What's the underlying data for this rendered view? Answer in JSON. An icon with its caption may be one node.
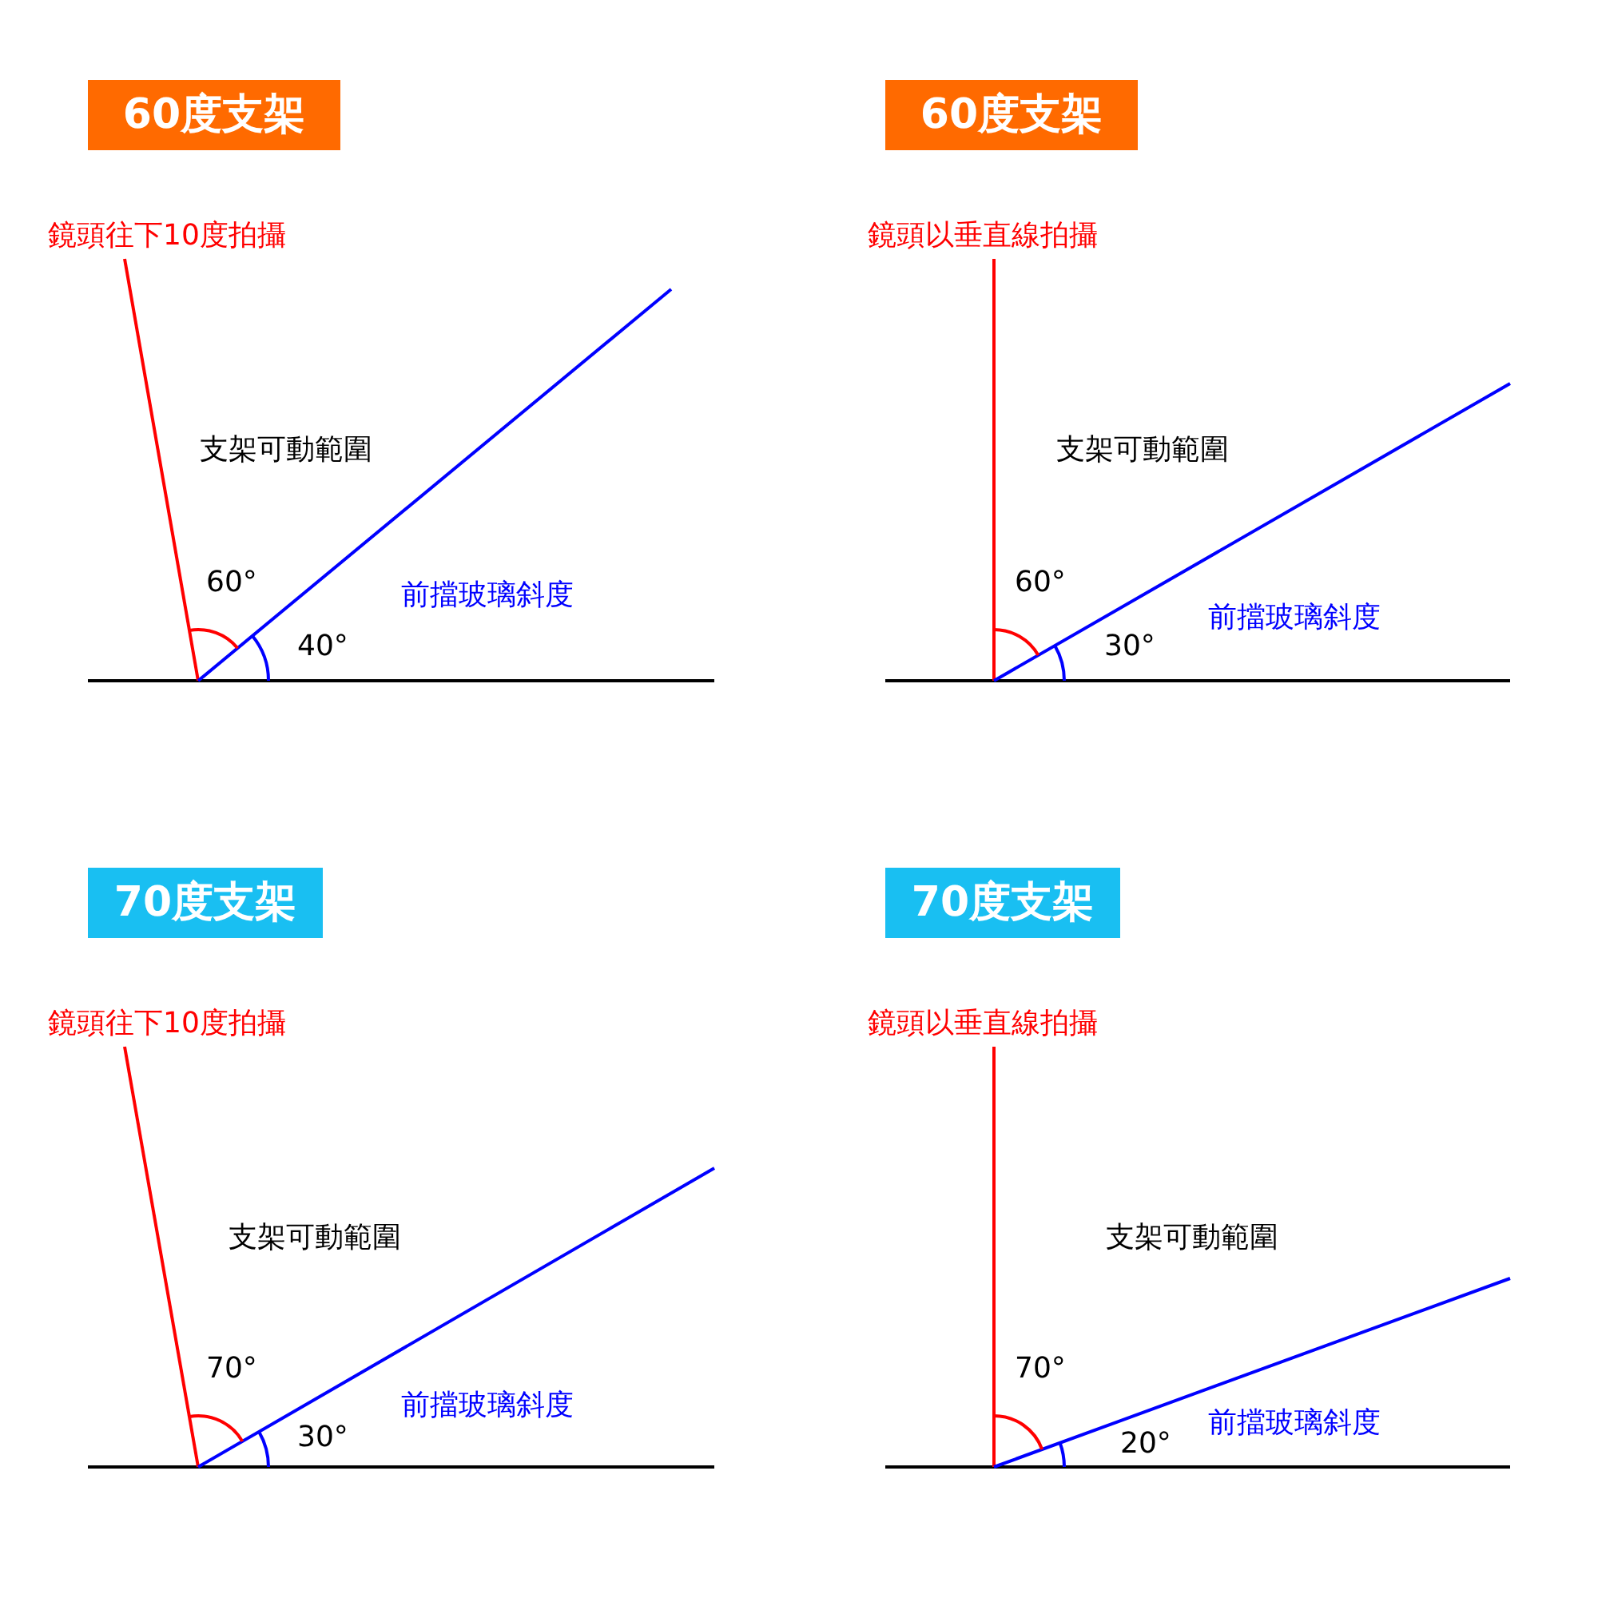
{
  "diagram": {
    "nodes": [
      {
        "text": [
          "60度支架"
        ]
      },
      {
        "text": [
          "60度支架"
        ]
      },
      {
        "text": [
          "70度支架"
        ]
      },
      {
        "text": [
          "70度支架"
        ]
      }
    ],
    "labels": [
      "鏡頭往下10度拍攝",
      "支架可動範圍",
      "60°",
      "40°",
      "前擋玻璃斜度",
      "鏡頭以垂直線拍攝",
      "支架可動範圍",
      "60°",
      "30°",
      "前擋玻璃斜度",
      "鏡頭往下10度拍攝",
      "支架可動範圍",
      "70°",
      "30°",
      "前擋玻璃斜度",
      "鏡頭以垂直線拍攝",
      "支架可動範圍",
      "70°",
      "20°",
      "前擋玻璃斜度"
    ]
  }
}
